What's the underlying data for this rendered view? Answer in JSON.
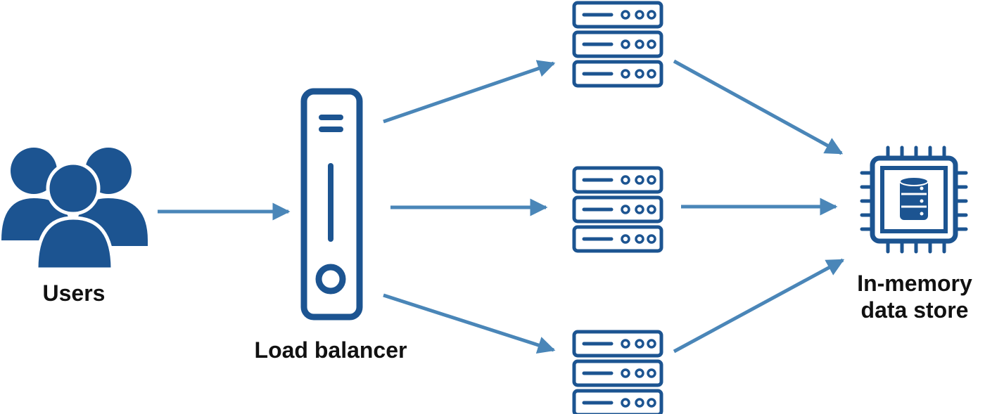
{
  "colors": {
    "icon": "#1c5491",
    "arrow": "#4a86b8",
    "text": "#111111",
    "background": "#ffffff"
  },
  "nodes": {
    "users": {
      "label": "Users",
      "icon": "users-group-icon"
    },
    "load_balancer": {
      "label": "Load balancer",
      "icon": "tower-server-icon"
    },
    "servers": [
      {
        "icon": "server-rack-icon"
      },
      {
        "icon": "server-rack-icon"
      },
      {
        "icon": "server-rack-icon"
      }
    ],
    "data_store": {
      "label_line1": "In-memory",
      "label_line2": "data store",
      "icon": "chip-database-icon"
    }
  }
}
